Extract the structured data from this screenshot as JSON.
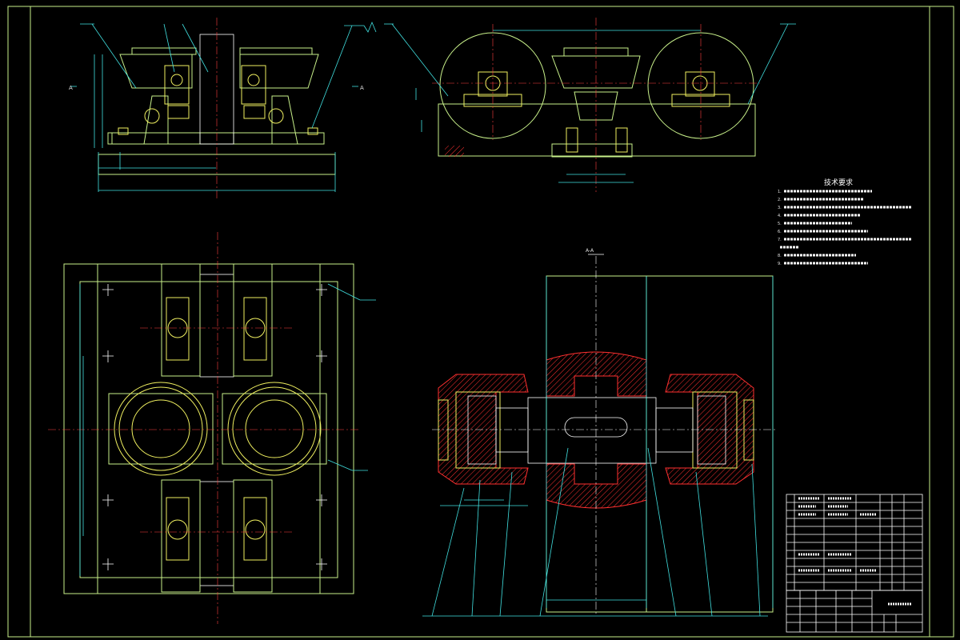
{
  "tech_requirements": {
    "title": "技术要求",
    "items": [
      "1.",
      "2.",
      "3.",
      "4.",
      "5.",
      "6.",
      "7.",
      "8.",
      "9."
    ]
  },
  "section_marks": {
    "a_left": "A",
    "a_right": "A",
    "a_section": "A-A"
  },
  "colors": {
    "frame": "#c8f08a",
    "part": "#f0f060",
    "dim": "#40e0e0",
    "section": "#ff3030"
  }
}
